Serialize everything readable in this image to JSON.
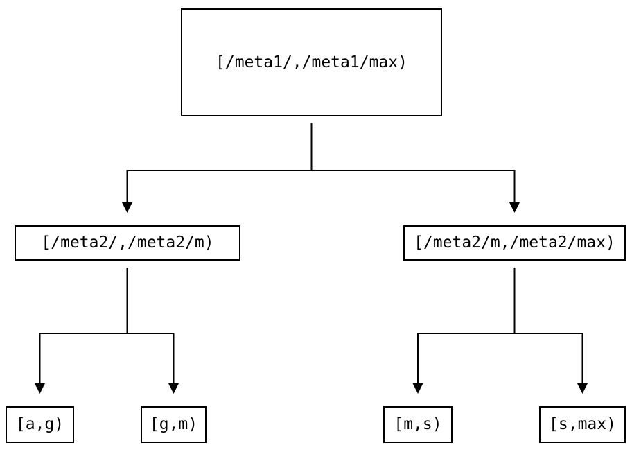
{
  "diagram": {
    "type": "tree",
    "description_visible_only": "range-partition tree",
    "nodes": {
      "root": {
        "label": "[/meta1/,/meta1/max)"
      },
      "left_mid": {
        "label": "[/meta2/,/meta2/m)"
      },
      "right_mid": {
        "label": "[/meta2/m,/meta2/max)"
      },
      "leaf_ag": {
        "label": "[a,g)"
      },
      "leaf_gm": {
        "label": "[g,m)"
      },
      "leaf_ms": {
        "label": "[m,s)"
      },
      "leaf_smax": {
        "label": "[s,max)"
      }
    },
    "edges": [
      {
        "from": "root",
        "to": "left_mid"
      },
      {
        "from": "root",
        "to": "right_mid"
      },
      {
        "from": "left_mid",
        "to": "leaf_ag"
      },
      {
        "from": "left_mid",
        "to": "leaf_gm"
      },
      {
        "from": "right_mid",
        "to": "leaf_ms"
      },
      {
        "from": "right_mid",
        "to": "leaf_smax"
      }
    ],
    "colors": {
      "background": "#ffffff",
      "line": "#000000",
      "box_border": "#000000",
      "text": "#000000"
    }
  }
}
